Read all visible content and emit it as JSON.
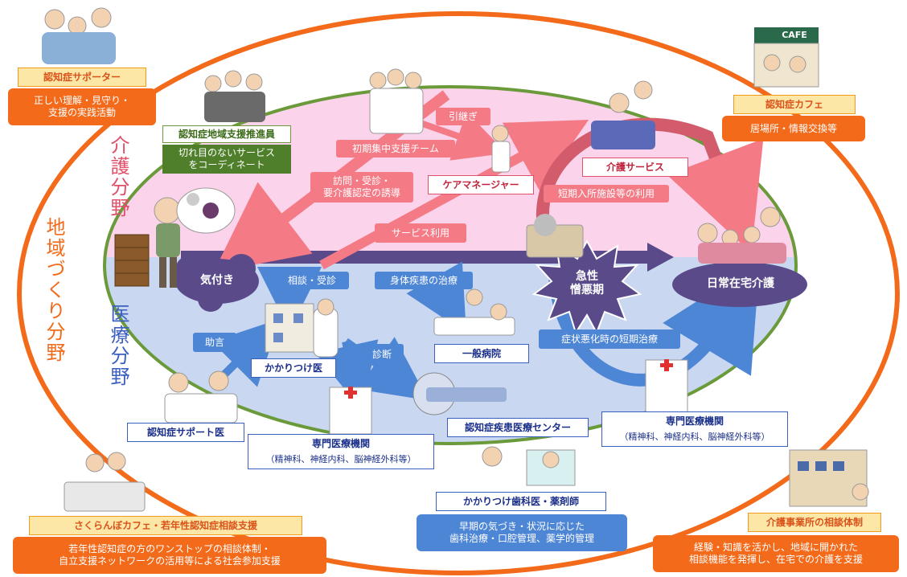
{
  "fields": {
    "community": "地域づくり分野",
    "care": "介護分野",
    "medical": "医療分野"
  },
  "nodes": {
    "kizuki": "気付き",
    "nichijo": "日常在宅介護",
    "kyusei": "急性\n憎悪期",
    "kaigo_service": "介護サービス",
    "care_manager": "ケアマネージャー",
    "kakaritsuke": "かかりつけ医",
    "ippan_byoin": "一般病院",
    "support_doctor": "認知症サポート医",
    "center": "認知症疾患医療センター",
    "senmon1_title": "専門医療機関",
    "senmon1_sub": "（精神科、神経内科、脳神経外科等）",
    "senmon2_title": "専門医療機関",
    "senmon2_sub": "（精神科、神経内科、脳神経外科等）",
    "shika_title": "かかりつけ歯科医・薬剤師",
    "shika_body": "早期の気づき・状況に応じた\n歯科治療・口腔管理、薬学的管理",
    "suishin_title": "認知症地域支援推進員",
    "suishin_body": "切れ目のないサービス\nをコーディネート"
  },
  "arrow_labels": {
    "hikitsugi": "引継ぎ",
    "shoki": "初期集中支援チーム",
    "homon": "訪問・受診・\n要介護認定の誘導",
    "service_riyo": "サービス利用",
    "tanki_nyusho": "短期入所施設等の利用",
    "sodan": "相談・受診",
    "shintai": "身体疾患の治療",
    "jogen": "助言",
    "shindan": "診断",
    "akka": "症状悪化時の短期治療"
  },
  "corners": {
    "supporter_title": "認知症サポーター",
    "supporter_body": "正しい理解・見守り・\n支援の実践活動",
    "cafe_title": "認知症カフェ",
    "cafe_body": "居場所・情報交換等",
    "cafe_sign": "CAFE",
    "sakuranbo_title": "さくらんぼカフェ・若年性認知症相談支援",
    "sakuranbo_body": "若年性認知症の方のワンストップの相談体制・\n自立支援ネットワークの活用等による社会参加支援",
    "jigyosho_title": "介護事業所の相談体制",
    "jigyosho_body": "経験・知識を活かし、地域に開かれた\n相談機能を発揮し、在宅での介護を支援"
  },
  "colors": {
    "orange": "#f26a1a",
    "pink_zone": "#fbd3ea",
    "blue_zone": "#c9d7f1",
    "green_ring": "#6a9a3a",
    "purple": "#5a4a8a",
    "pink_arrow": "#f47a86",
    "blue_arrow": "#4e86d6"
  }
}
